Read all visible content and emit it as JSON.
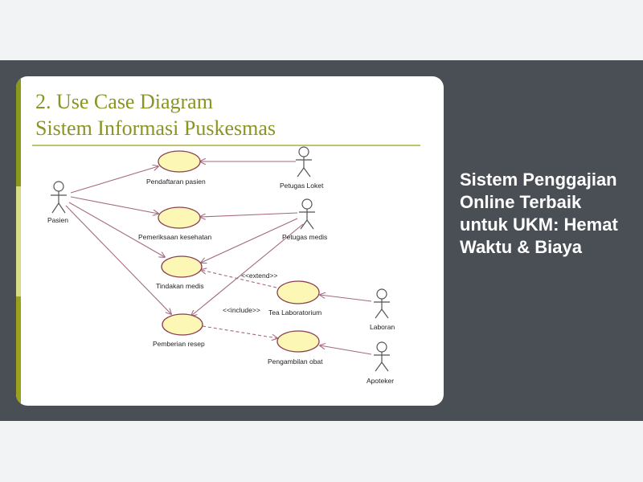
{
  "slide": {
    "title_line1": "2. Use Case Diagram",
    "title_line2": "Sistem Informasi Puskesmas"
  },
  "actors": {
    "pasien": "Pasien",
    "petugas_loket": "Petugas Loket",
    "petugas_medis": "Petugas medis",
    "laboran": "Laboran",
    "apoteker": "Apoteker"
  },
  "use_cases": {
    "pendaftaran": "Pendaftaran pasien",
    "pemeriksaan": "Pemeriksaan kesehatan",
    "tindakan": "Tindakan medis",
    "tes_lab": "Tea Laboratorium",
    "pemberian_resep": "Pemberian resep",
    "pengambilan_obat": "Pengambilan obat"
  },
  "stereotypes": {
    "extend": "<<extend>>",
    "include": "<<include>>"
  },
  "side": {
    "heading": "Sistem Penggajian Online Terbaik untuk UKM: Hemat Waktu & Biaya"
  },
  "colors": {
    "band": "#4a4f55",
    "title": "#8a9424",
    "usecase_fill": "#fdf7b6",
    "usecase_stroke": "#8a3f52",
    "association": "#a36a7e"
  }
}
